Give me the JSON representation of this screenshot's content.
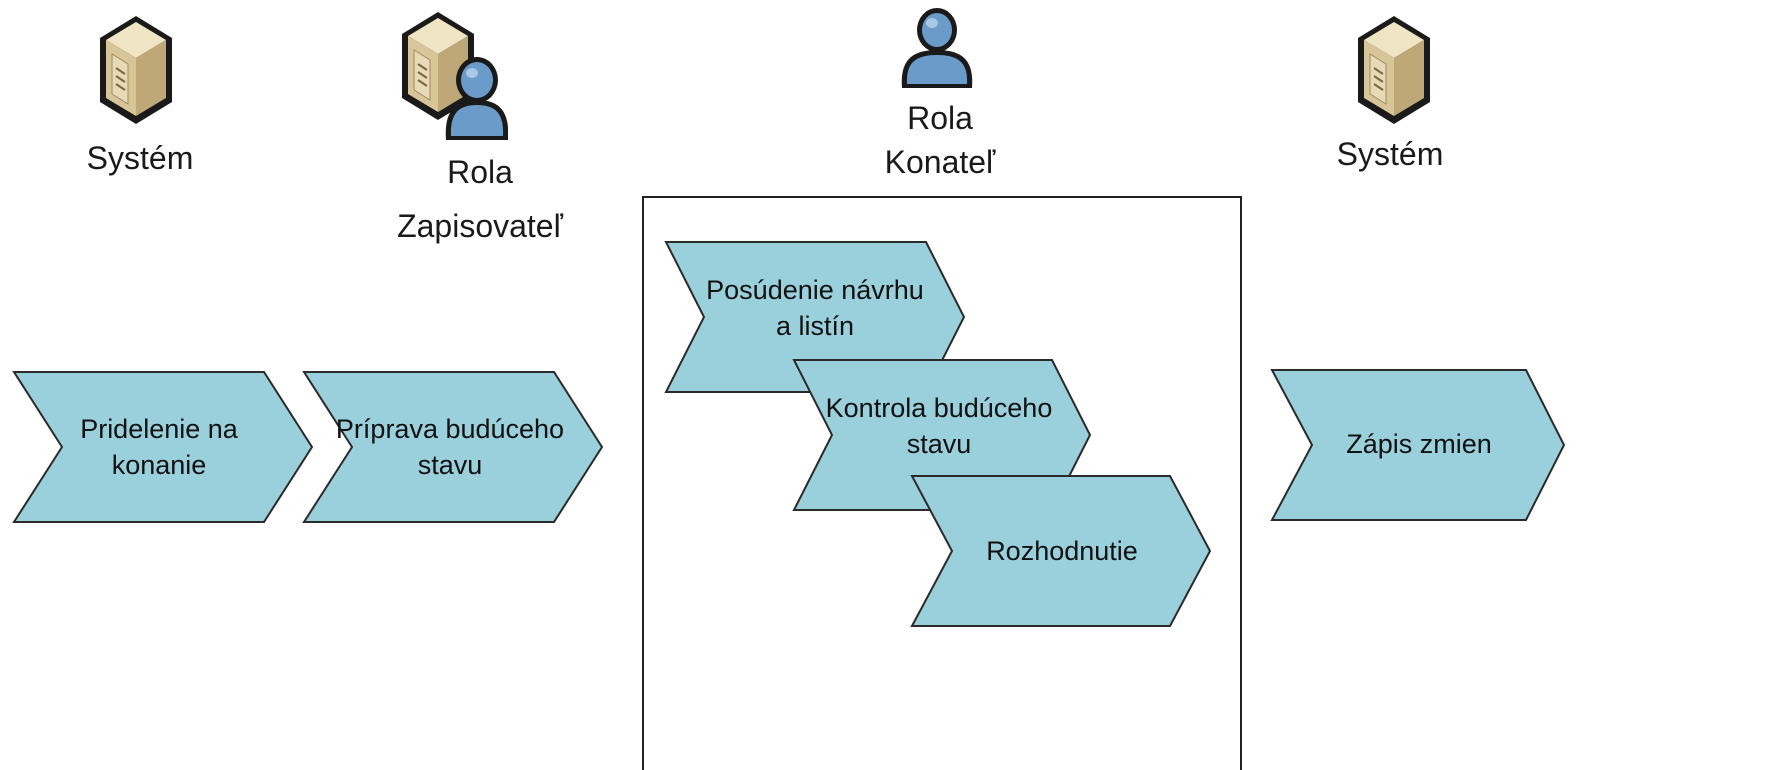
{
  "colors": {
    "chevron_fill": "#9ad0dc",
    "chevron_stroke": "#2a2a2a",
    "server_body": "#dcc99a",
    "person_fill": "#6b9cc9"
  },
  "actors": {
    "system_left": {
      "icon": "server-icon",
      "label": "Systém"
    },
    "zapisovatel": {
      "icon": "server-person-icon",
      "label_line1": "Rola",
      "label_line2": "Zapisovateľ"
    },
    "konatel": {
      "icon": "person-icon",
      "label_line1": "Rola",
      "label_line2": "Konateľ"
    },
    "system_right": {
      "icon": "server-icon",
      "label": "Systém"
    }
  },
  "steps": {
    "pridelenie": {
      "line1": "Pridelenie na",
      "line2": "konanie"
    },
    "priprava": {
      "line1": "Príprava budúceho",
      "line2": "stavu"
    },
    "posudenie": {
      "line1": "Posúdenie návrhu",
      "line2": "a listín"
    },
    "kontrola": {
      "line1": "Kontrola budúceho",
      "line2": "stavu"
    },
    "rozhodnutie": {
      "line1": "Rozhodnutie"
    },
    "zapis": {
      "line1": "Zápis zmien"
    }
  }
}
